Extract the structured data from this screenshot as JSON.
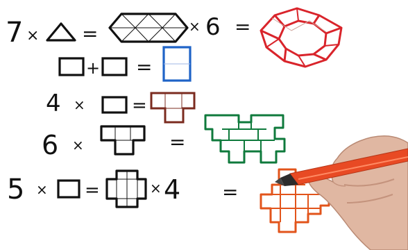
{
  "colors": {
    "ink": "#111111",
    "blue": "#1f63c7",
    "red": "#d9242b",
    "brown": "#7b2b1f",
    "green": "#0f7a3c",
    "orange": "#e2541b",
    "marker_body": "#e84a24",
    "skin": "#e0b7a2"
  },
  "rows": [
    {
      "count": "7",
      "times": "×",
      "equals": "=",
      "result_count": "6",
      "result_times": "×"
    },
    {
      "plus": "+",
      "equals": "="
    },
    {
      "count": "4",
      "times": "×",
      "equals": "="
    },
    {
      "count": "6",
      "times": "×",
      "equals": "="
    },
    {
      "count": "5",
      "times": "×",
      "equals": "=",
      "result_count": "4",
      "result_times": "×"
    }
  ],
  "icons": {
    "triangle": "triangle-icon",
    "square": "square-icon",
    "tee": "tee-shape-icon",
    "cross": "cross-shape-icon",
    "marker": "marker-pen-icon",
    "hand": "hand-icon"
  }
}
